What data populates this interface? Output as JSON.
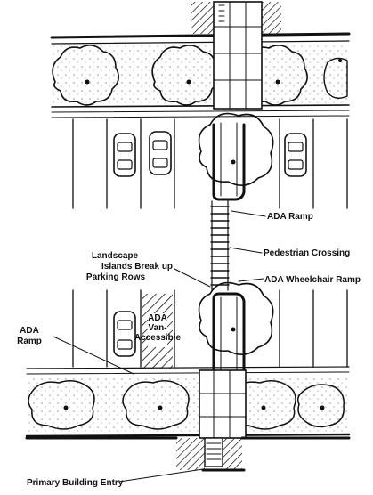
{
  "labels": {
    "ada_ramp_top": "ADA Ramp",
    "pedestrian_crossing": "Pedestrian Crossing",
    "ada_wheelchair_ramp": "ADA Wheelchair Ramp",
    "landscape_line1": "Landscape",
    "landscape_line2": "Islands Break up",
    "landscape_line3": "Parking Rows",
    "ada_ramp_left_line1": "ADA",
    "ada_ramp_left_line2": "Ramp",
    "van_line1": "ADA",
    "van_line2": "Van-",
    "van_line3": "Accessible",
    "primary_entry": "Primary Building Entry"
  },
  "colors": {
    "ink": "#111111",
    "paper": "#ffffff"
  }
}
